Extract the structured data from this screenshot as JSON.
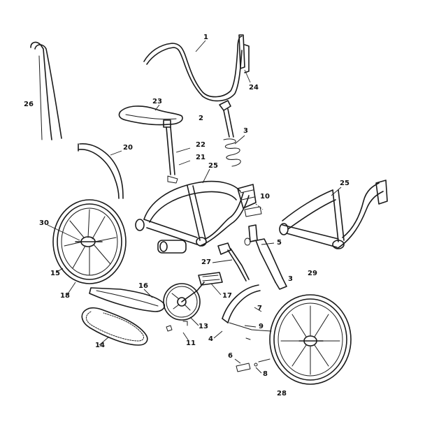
{
  "callouts": {
    "c1": "1",
    "c2": "2",
    "c3": "3",
    "c3b": "3",
    "c4": "4",
    "c5": "5",
    "c6": "6",
    "c7": "7",
    "c8": "8",
    "c9": "9",
    "c10": "10",
    "c11": "11",
    "c13": "13",
    "c14": "14",
    "c15": "15",
    "c16": "16",
    "c17": "17",
    "c18": "18",
    "c20": "20",
    "c21": "21",
    "c22": "22",
    "c23": "23",
    "c24": "24",
    "c25a": "25",
    "c25b": "25",
    "c26": "26",
    "c27": "27",
    "c28": "28",
    "c29": "29",
    "c30": "30"
  },
  "colors": {
    "ink": "#1a1a1a",
    "paper": "#ffffff"
  }
}
